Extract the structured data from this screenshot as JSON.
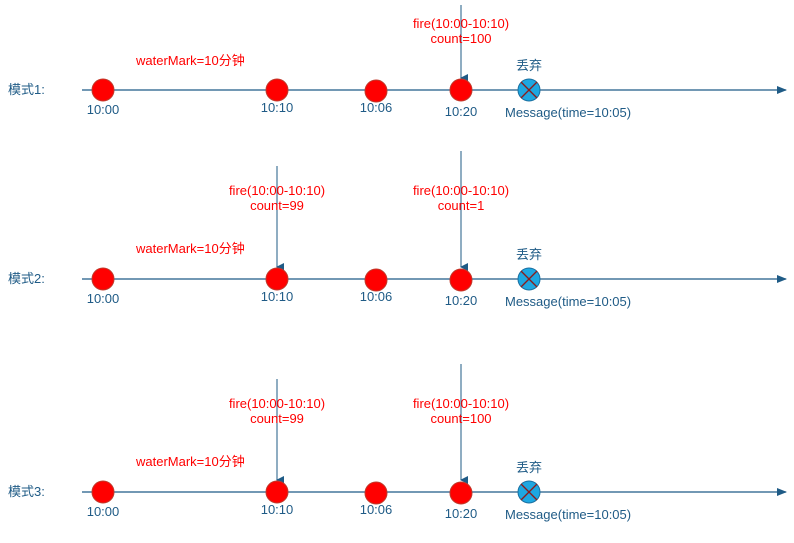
{
  "colors": {
    "axis": "#1f5b86",
    "event_fill": "#ff0000",
    "event_stroke": "#c0392b",
    "dropped_fill": "#1ea7e1",
    "label_blue": "#1f5b86",
    "label_red": "#ff0000"
  },
  "modes": [
    {
      "label": "模式1:",
      "watermark": "waterMark=10分钟",
      "events": [
        "10:00",
        "10:10",
        "10:06",
        "10:20"
      ],
      "fires": [
        {
          "line1": "fire(10:00-10:10)",
          "line2": "count=100",
          "at_event": 3
        }
      ],
      "dropped": {
        "label": "丢弃",
        "message": "Message(time=10:05)"
      }
    },
    {
      "label": "模式2:",
      "watermark": "waterMark=10分钟",
      "events": [
        "10:00",
        "10:10",
        "10:06",
        "10:20"
      ],
      "fires": [
        {
          "line1": "fire(10:00-10:10)",
          "line2": "count=99",
          "at_event": 1
        },
        {
          "line1": "fire(10:00-10:10)",
          "line2": "count=1",
          "at_event": 3
        }
      ],
      "dropped": {
        "label": "丢弃",
        "message": "Message(time=10:05)"
      }
    },
    {
      "label": "模式3:",
      "watermark": "waterMark=10分钟",
      "events": [
        "10:00",
        "10:10",
        "10:06",
        "10:20"
      ],
      "fires": [
        {
          "line1": "fire(10:00-10:10)",
          "line2": "count=99",
          "at_event": 1
        },
        {
          "line1": "fire(10:00-10:10)",
          "line2": "count=100",
          "at_event": 3
        }
      ],
      "dropped": {
        "label": "丢弃",
        "message": "Message(time=10:05)"
      }
    }
  ]
}
